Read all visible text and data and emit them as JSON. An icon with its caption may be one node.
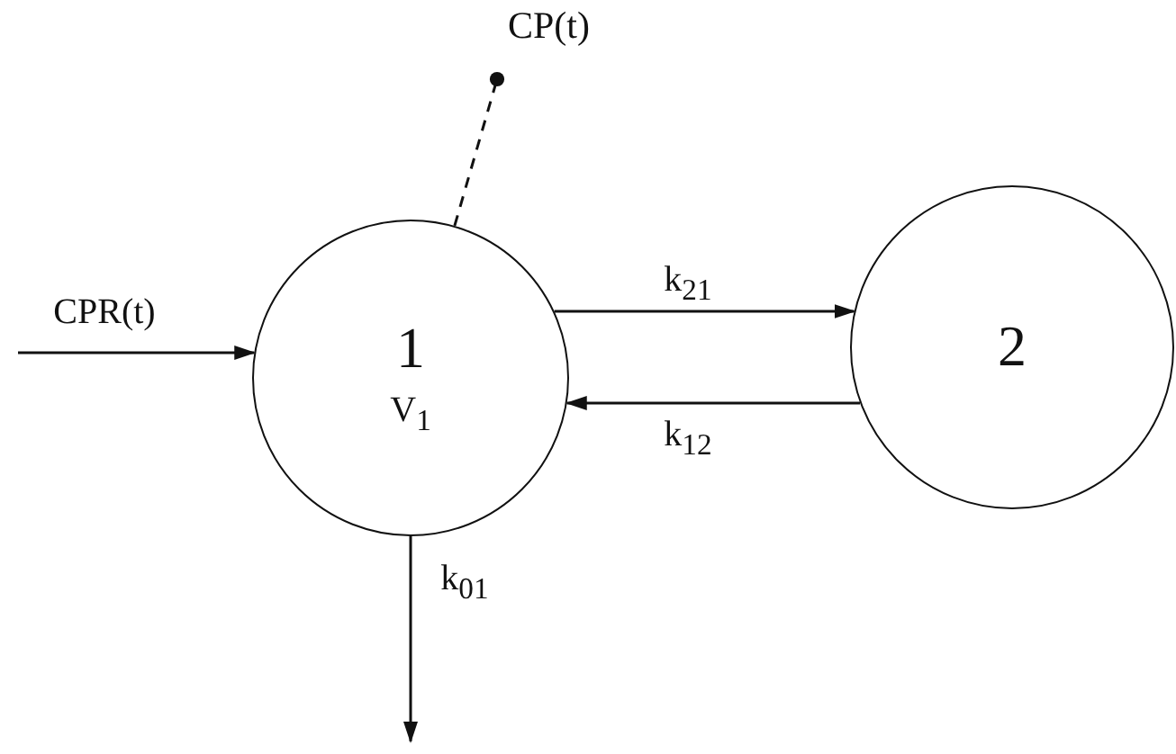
{
  "diagram": {
    "nodes": [
      {
        "text": [
          "1",
          "V$_{1}$"
        ]
      },
      {
        "text": [
          "2"
        ]
      },
      {
        "text": [
          "CP(t)"
        ]
      }
    ],
    "edges": [
      {
        "from": 0,
        "to": 1,
        "arrow": "to",
        "label": "k$_{21}$"
      },
      {
        "from": 1,
        "to": 0,
        "arrow": "to",
        "label": "k$_{12}$"
      },
      {
        "from": 0,
        "to": 2,
        "arrow": "other",
        "style": "dashed"
      },
      {
        "from": null,
        "to": 0,
        "arrow": "to",
        "label": "CPR(t)"
      },
      {
        "from": 0,
        "to": null,
        "arrow": "to",
        "label": "k$_{01}$"
      }
    ]
  }
}
